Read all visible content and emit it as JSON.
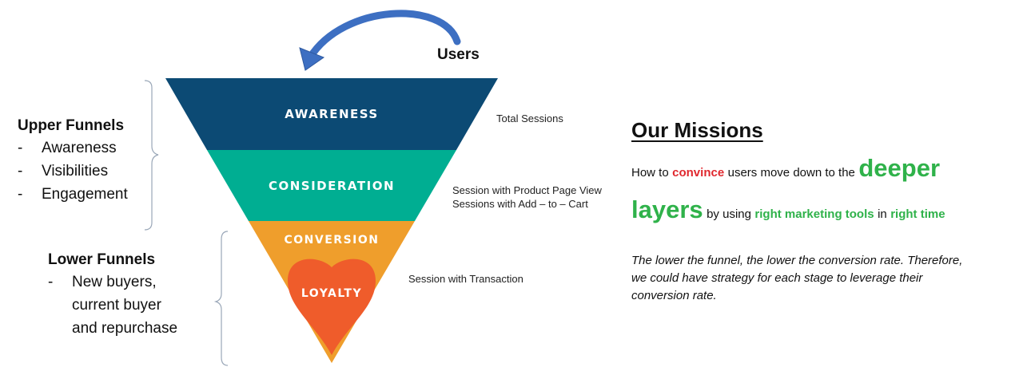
{
  "users_label": "Users",
  "funnel": {
    "stages": [
      {
        "label": "AWARENESS",
        "color": "#0c4a74"
      },
      {
        "label": "CONSIDERATION",
        "color": "#00ae92"
      },
      {
        "label": "CONVERSION",
        "color": "#ef9e2c"
      },
      {
        "label": "LOYALTY",
        "color": "#ef5c2b"
      }
    ],
    "arrow_color": "#3d6fc2"
  },
  "upper_funnels": {
    "title": "Upper Funnels",
    "items": [
      "Awareness",
      "Visibilities",
      "Engagement"
    ]
  },
  "lower_funnels": {
    "title": "Lower Funnels",
    "items": [
      "New buyers,",
      "current buyer",
      "and repurchase"
    ]
  },
  "metrics": {
    "awareness": "Total Sessions",
    "consideration_1": "Session with Product Page View",
    "consideration_2": "Sessions with Add – to – Cart",
    "conversion": "Session with Transaction"
  },
  "missions": {
    "title": "Our Missions",
    "part1": "How to",
    "part2": "convince",
    "part3": "users move down to the",
    "part4": "deeper",
    "part5": "layers",
    "part6": "by using",
    "part7": "right marketing tools",
    "part8": "in",
    "part9": "right time"
  },
  "summary": "The lower the funnel, the lower the conversion rate. Therefore, we could have strategy for each stage to leverage their conversion rate."
}
